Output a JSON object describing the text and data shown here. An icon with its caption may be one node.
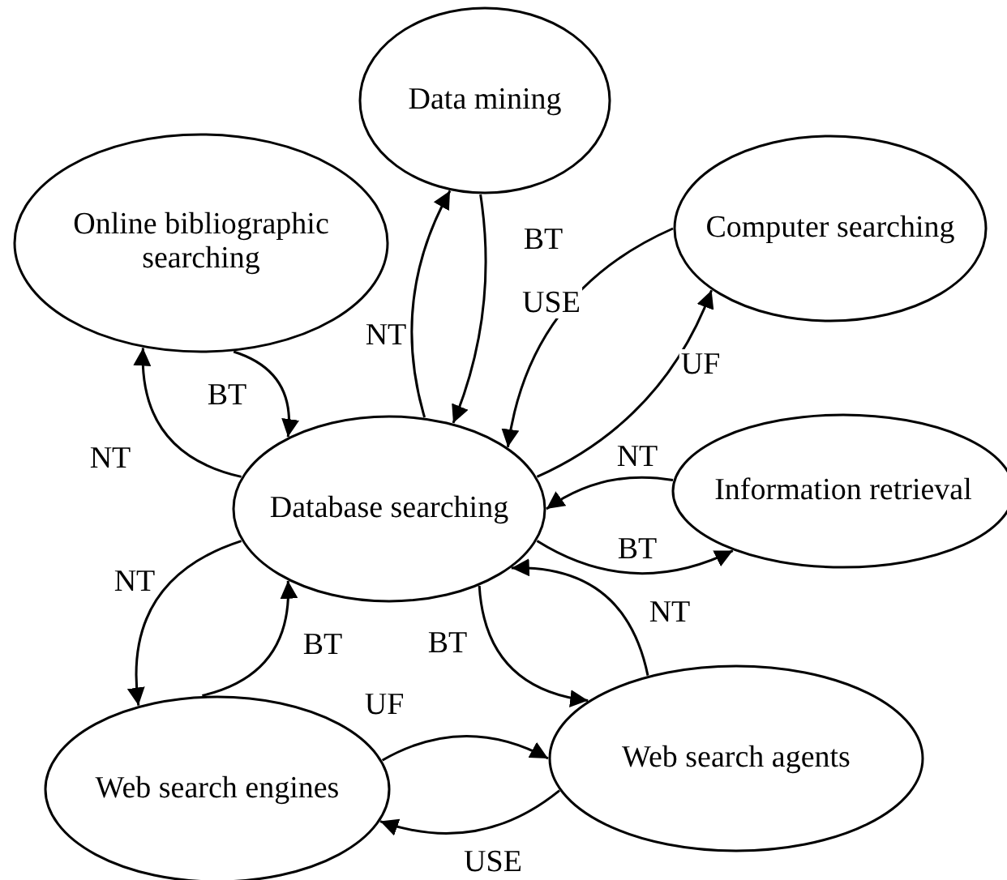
{
  "diagram": {
    "nodes": [
      {
        "text": [
          "Data mining"
        ]
      },
      {
        "text": [
          "Online bibliographic searching"
        ]
      },
      {
        "text": [
          "Computer searching"
        ]
      },
      {
        "text": [
          "Database searching"
        ]
      },
      {
        "text": [
          "Information retrieval"
        ]
      },
      {
        "text": [
          "Web search engines"
        ]
      },
      {
        "text": [
          "Web search agents"
        ]
      }
    ],
    "edges": [
      {
        "from": 3,
        "to": 0,
        "arrow": "to",
        "label": "NT"
      },
      {
        "from": 0,
        "to": 3,
        "arrow": "to",
        "label": "BT"
      },
      {
        "from": 2,
        "to": 3,
        "arrow": "to",
        "label": "USE"
      },
      {
        "from": 3,
        "to": 2,
        "arrow": "to",
        "label": "UF"
      },
      {
        "from": 3,
        "to": 1,
        "arrow": "to",
        "label": "NT"
      },
      {
        "from": 1,
        "to": 3,
        "arrow": "to",
        "label": "BT"
      },
      {
        "from": 4,
        "to": 3,
        "arrow": "to",
        "label": "NT"
      },
      {
        "from": 3,
        "to": 4,
        "arrow": "to",
        "label": "BT"
      },
      {
        "from": 6,
        "to": 3,
        "arrow": "to",
        "label": "NT"
      },
      {
        "from": 3,
        "to": 6,
        "arrow": "to",
        "label": "BT"
      },
      {
        "from": 3,
        "to": 5,
        "arrow": "to",
        "label": "NT"
      },
      {
        "from": 5,
        "to": 3,
        "arrow": "to",
        "label": "BT"
      },
      {
        "from": 5,
        "to": 6,
        "arrow": "to",
        "label": "UF"
      },
      {
        "from": 6,
        "to": 5,
        "arrow": "to",
        "label": "USE"
      }
    ]
  }
}
